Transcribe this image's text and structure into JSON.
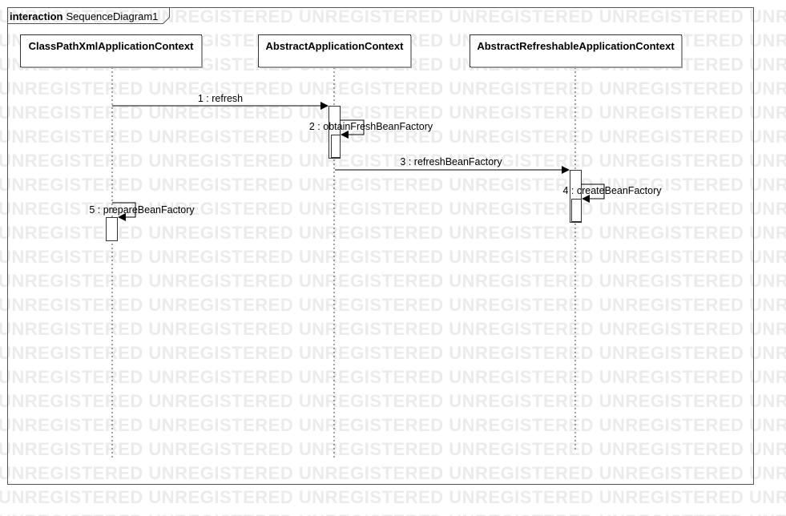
{
  "frame": {
    "keyword": "interaction",
    "name": "SequenceDiagram1"
  },
  "watermark": {
    "text": "UNREGISTERED"
  },
  "lifelines": [
    {
      "name": "ClassPathXmlApplicationContext"
    },
    {
      "name": "AbstractApplicationContext"
    },
    {
      "name": "AbstractRefreshableApplicationContext"
    }
  ],
  "messages": [
    {
      "label": "1 : refresh",
      "from": "ClassPathXmlApplicationContext",
      "to": "AbstractApplicationContext",
      "kind": "call"
    },
    {
      "label": "2 : obtainFreshBeanFactory",
      "from": "AbstractApplicationContext",
      "to": "AbstractApplicationContext",
      "kind": "self"
    },
    {
      "label": "3 : refreshBeanFactory",
      "from": "AbstractApplicationContext",
      "to": "AbstractRefreshableApplicationContext",
      "kind": "call"
    },
    {
      "label": "4 : createBeanFactory",
      "from": "AbstractRefreshableApplicationContext",
      "to": "AbstractRefreshableApplicationContext",
      "kind": "self"
    },
    {
      "label": "5 : prepareBeanFactory",
      "from": "ClassPathXmlApplicationContext",
      "to": "ClassPathXmlApplicationContext",
      "kind": "self"
    }
  ]
}
